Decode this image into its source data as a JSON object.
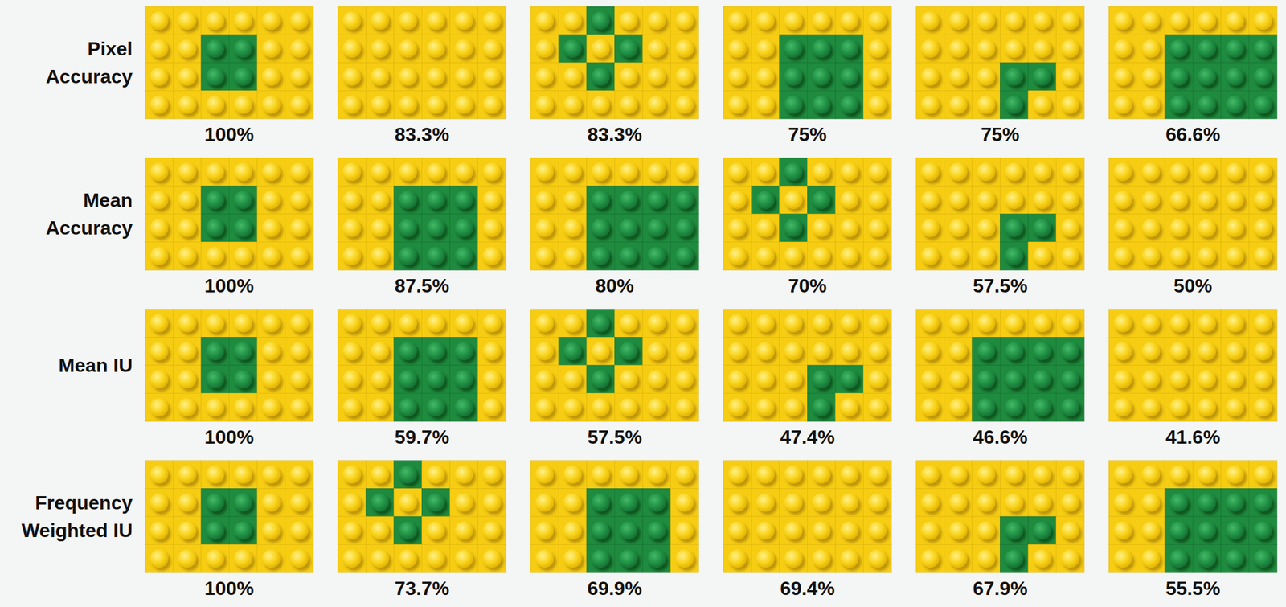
{
  "diagram": {
    "labels": [
      "Pixel Accuracy",
      "100%",
      "83.3%",
      "83.3%",
      "75%",
      "75%",
      "66.6%",
      "Mean Accuracy",
      "100%",
      "87.5%",
      "80%",
      "70%",
      "57.5%",
      "50%",
      "Mean IU",
      "100%",
      "59.7%",
      "57.5%",
      "47.4%",
      "46.6%",
      "41.6%",
      "Frequency Weighted IU",
      "100%",
      "73.7%",
      "69.9%",
      "69.4%",
      "67.9%",
      "55.5%"
    ]
  }
}
